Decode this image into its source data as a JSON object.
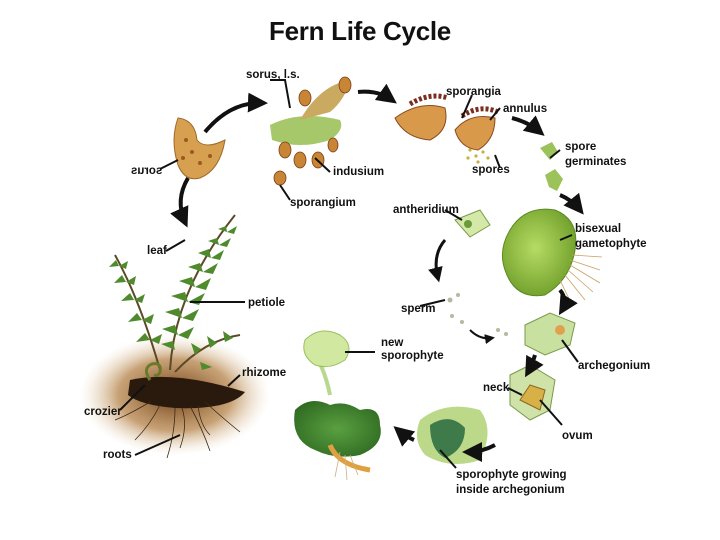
{
  "title": "Fern Life Cycle",
  "labels": {
    "sorus_ls": "sorus, l.s.",
    "sporangia": "sporangia",
    "annulus": "annulus",
    "spore_germinates_1": "spore",
    "spore_germinates_2": "germinates",
    "sorus": "sorus",
    "indusium": "indusium",
    "spores": "spores",
    "sporangium": "sporangium",
    "antheridium": "antheridium",
    "bisexual_1": "bisexual",
    "bisexual_2": "gametophyte",
    "leaf": "leaf",
    "petiole": "petiole",
    "sperm": "sperm",
    "new_sporophyte_1": "new",
    "new_sporophyte_2": "sporophyte",
    "archegonium": "archegonium",
    "rhizome": "rhizome",
    "neck": "neck",
    "crozier": "crozier",
    "ovum": "ovum",
    "roots": "roots",
    "sporophyte_growing_1": "sporophyte growing",
    "sporophyte_growing_2": "inside archegonium"
  },
  "colors": {
    "leaf_green": "#4f8a2c",
    "gametophyte_green": "#8cbf3a",
    "sorus_tan": "#d08a3a",
    "sporangia_dark": "#7a2f1e",
    "soil_brown": "#8a5a2a",
    "arrow_black": "#111111"
  }
}
